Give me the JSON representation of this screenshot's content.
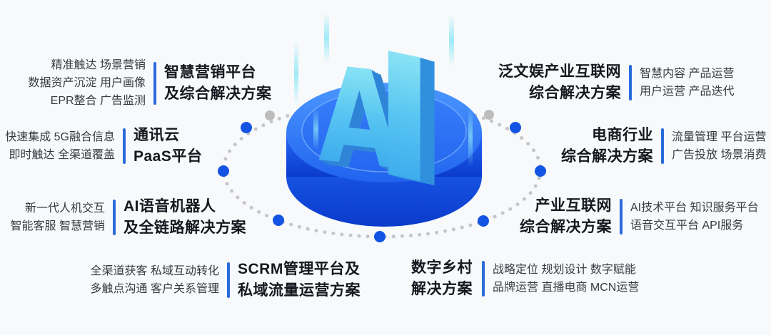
{
  "page": {
    "background": "#f8f9fb"
  },
  "colors": {
    "accent_blue": "#2a6bdb",
    "title_text": "#15191f",
    "feature_text": "#363b42",
    "orbit_dot_blue": "#1454e4",
    "orbit_dot_gray": "#bdbdbd",
    "disc_top_blue": "#2063ee",
    "disc_side_blue": "#0b3bcb",
    "letter_cyan": "#a5f3f5",
    "letter_blue": "#2f9bea"
  },
  "center": {
    "letters": [
      "A",
      "I"
    ]
  },
  "sections": [
    {
      "id": "smart-marketing",
      "title_lines": [
        "智慧营销平台",
        "及综合解决方案"
      ],
      "features": [
        "精准触达 场景营销",
        "数据资产沉淀 用户画像",
        "EPR整合 广告监测"
      ]
    },
    {
      "id": "comm-cloud-paas",
      "title_lines": [
        "通讯云",
        "PaaS平台"
      ],
      "features": [
        "快速集成 5G融合信息",
        "即时触达 全渠道覆盖"
      ]
    },
    {
      "id": "ai-voice-robot",
      "title_lines": [
        "AI语音机器人",
        "及全链路解决方案"
      ],
      "features": [
        "新一代人机交互",
        "智能客服 智慧营销"
      ]
    },
    {
      "id": "scrm-platform",
      "title_lines": [
        "SCRM管理平台及",
        "私域流量运营方案"
      ],
      "features": [
        "全渠道获客 私域互动转化",
        "多触点沟通 客户关系管理"
      ]
    },
    {
      "id": "pan-entertainment",
      "title_lines": [
        "泛文娱产业互联网",
        "综合解决方案"
      ],
      "features": [
        "智慧内容 产品运营",
        "用户运营 产品迭代"
      ]
    },
    {
      "id": "ecommerce",
      "title_lines": [
        "电商行业",
        "综合解决方案"
      ],
      "features": [
        "流量管理 平台运营",
        "广告投放 场景消费"
      ]
    },
    {
      "id": "industrial-internet",
      "title_lines": [
        "产业互联网",
        "综合解决方案"
      ],
      "features": [
        "AI技术平台 知识服务平台",
        "语音交互平台 API服务"
      ]
    },
    {
      "id": "digital-village",
      "title_lines": [
        "数字乡村",
        "解决方案"
      ],
      "features": [
        "战略定位 规划设计 数字赋能",
        "品牌运营 直播电商 MCN运营"
      ]
    }
  ]
}
